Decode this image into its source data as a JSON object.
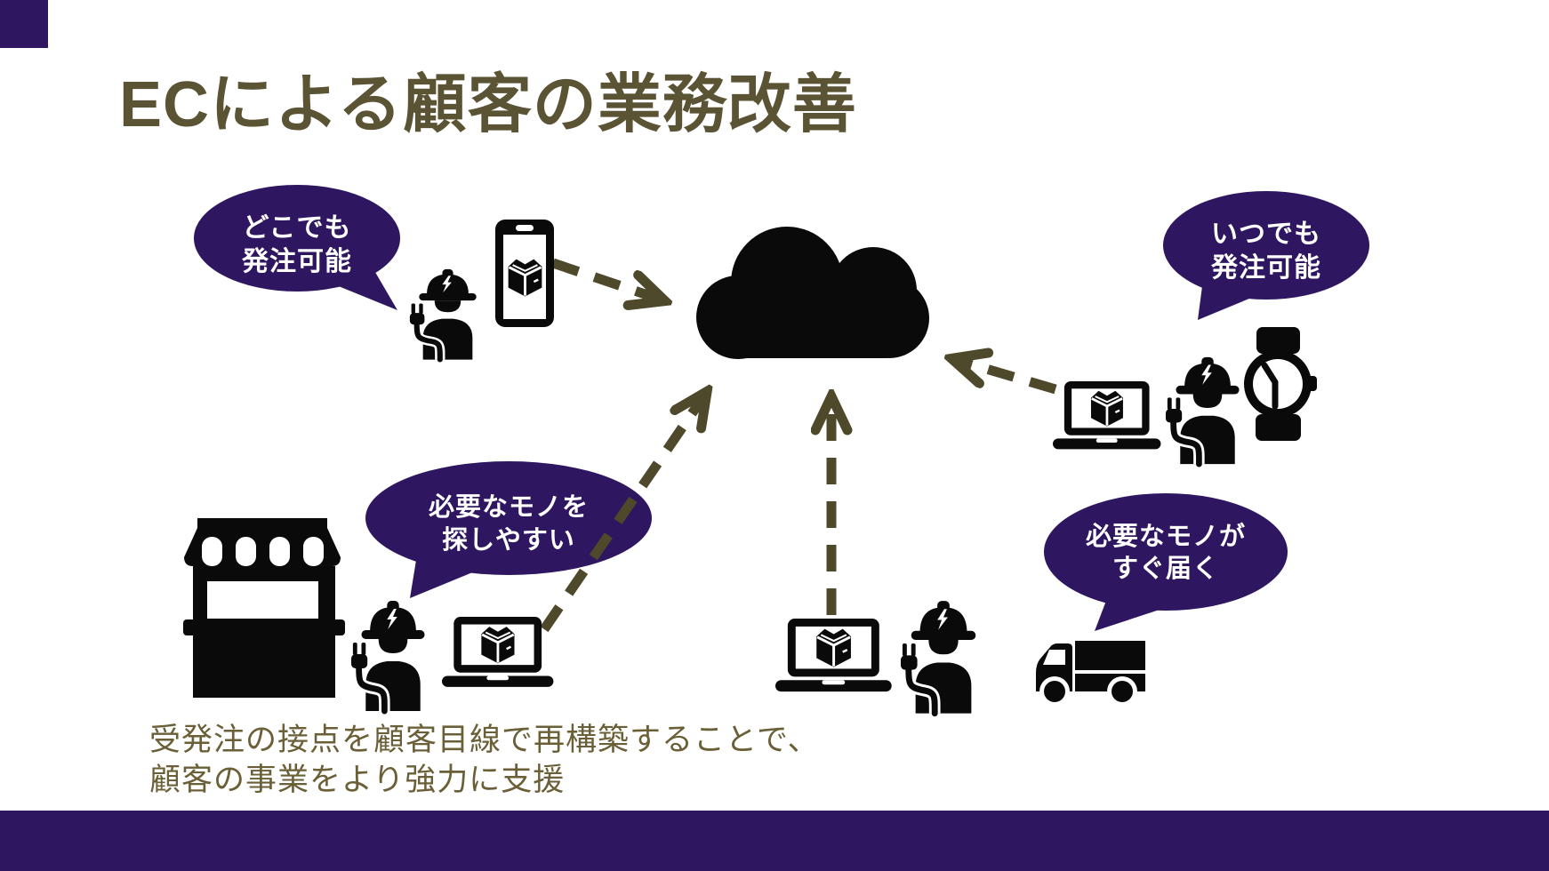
{
  "slide": {
    "title": "ECによる顧客の業務改善",
    "footer": {
      "line1": "受発注の接点を顧客目線で再構築することで、",
      "line2": "顧客の事業をより強力に支援"
    },
    "colors": {
      "background": "#FFFFFF",
      "accent_purple": "#2E1760",
      "title_olive": "#5A5334",
      "footer_olive": "#6A5F36",
      "arrow_olive": "#4F492C",
      "icon_black": "#0A0A0A",
      "bubble_text": "#FFFFFF"
    }
  },
  "bubbles": [
    {
      "name": "order-anywhere",
      "line1": "どこでも",
      "line2": "発注可能"
    },
    {
      "name": "order-anytime",
      "line1": "いつでも",
      "line2": "発注可能"
    },
    {
      "name": "easy-to-find",
      "line1": "必要なモノを",
      "line2": "探しやすい"
    },
    {
      "name": "fast-delivery",
      "line1": "必要なモノが",
      "line2": "すぐ届く"
    }
  ],
  "icons": [
    "cloud-icon",
    "smartphone-icon",
    "laptop-icon",
    "package-icon",
    "worker-icon",
    "hard-hat-icon",
    "power-plug-icon",
    "storefront-icon",
    "truck-icon",
    "wristwatch-icon",
    "dashed-arrow-icon"
  ]
}
